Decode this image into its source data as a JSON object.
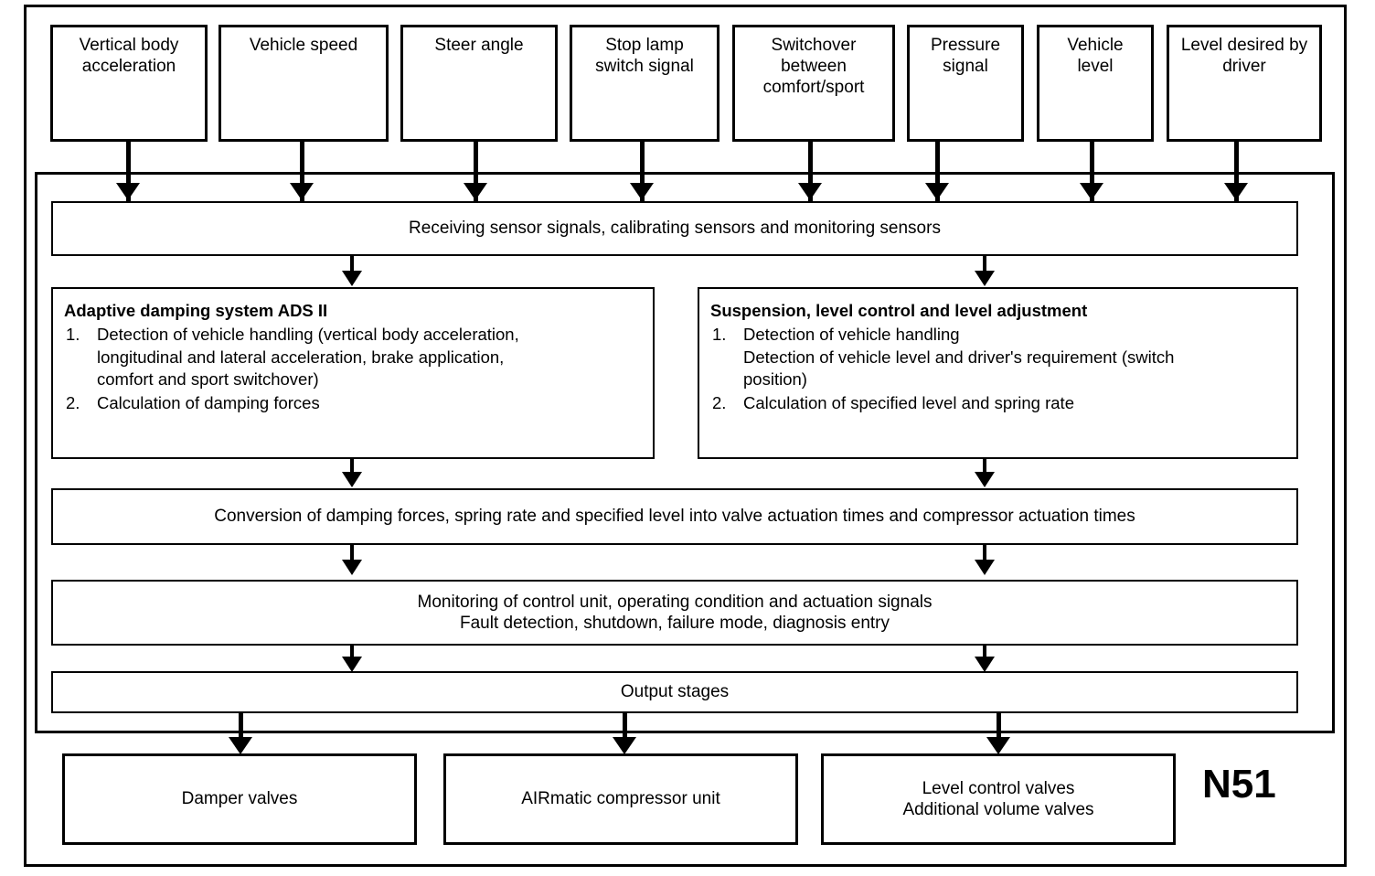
{
  "diagram": {
    "label": "N51",
    "inputs": [
      {
        "id": "vertical-body-acceleration",
        "lines": [
          "Vertical body",
          "acceleration"
        ]
      },
      {
        "id": "vehicle-speed",
        "lines": [
          "Vehicle speed"
        ]
      },
      {
        "id": "steer-angle",
        "lines": [
          "Steer angle"
        ]
      },
      {
        "id": "stop-lamp-switch-signal",
        "lines": [
          "Stop lamp",
          "switch signal"
        ]
      },
      {
        "id": "switchover-comfort-sport",
        "lines": [
          "Switchover",
          "between",
          "comfort/sport"
        ]
      },
      {
        "id": "pressure-signal",
        "lines": [
          "Pressure",
          "signal"
        ]
      },
      {
        "id": "vehicle-level",
        "lines": [
          "Vehicle",
          "level"
        ]
      },
      {
        "id": "level-desired-by-driver",
        "lines": [
          "Level desired by",
          "driver"
        ]
      }
    ],
    "stages": {
      "receiving": "Receiving sensor signals, calibrating sensors and monitoring sensors",
      "conversion": "Conversion of damping forces, spring rate and specified level into valve actuation times and compressor actuation times",
      "monitoring_line1": "Monitoring of control unit, operating condition and actuation signals",
      "monitoring_line2": "Fault detection, shutdown, failure mode, diagnosis entry",
      "output": "Output stages"
    },
    "ads": {
      "title": "Adaptive damping system ADS II",
      "items": [
        {
          "num": "1.",
          "lines": [
            "Detection of vehicle handling (vertical body acceleration,",
            "longitudinal and lateral acceleration, brake application,",
            "comfort and sport switchover)"
          ]
        },
        {
          "num": "2.",
          "lines": [
            "Calculation of damping forces"
          ]
        }
      ]
    },
    "suspension": {
      "title": "Suspension, level control and level adjustment",
      "items": [
        {
          "num": "1.",
          "lines": [
            "Detection of vehicle handling",
            "Detection of vehicle level and driver's requirement (switch",
            "position)"
          ]
        },
        {
          "num": "2.",
          "lines": [
            "Calculation of specified level and spring rate"
          ]
        }
      ]
    },
    "outputs": [
      {
        "id": "damper-valves",
        "lines": [
          "Damper valves"
        ]
      },
      {
        "id": "airmatic-compressor-unit",
        "lines": [
          "AIRmatic compressor unit"
        ]
      },
      {
        "id": "level-control-valves",
        "lines": [
          "Level control valves",
          "Additional volume valves"
        ]
      }
    ]
  }
}
